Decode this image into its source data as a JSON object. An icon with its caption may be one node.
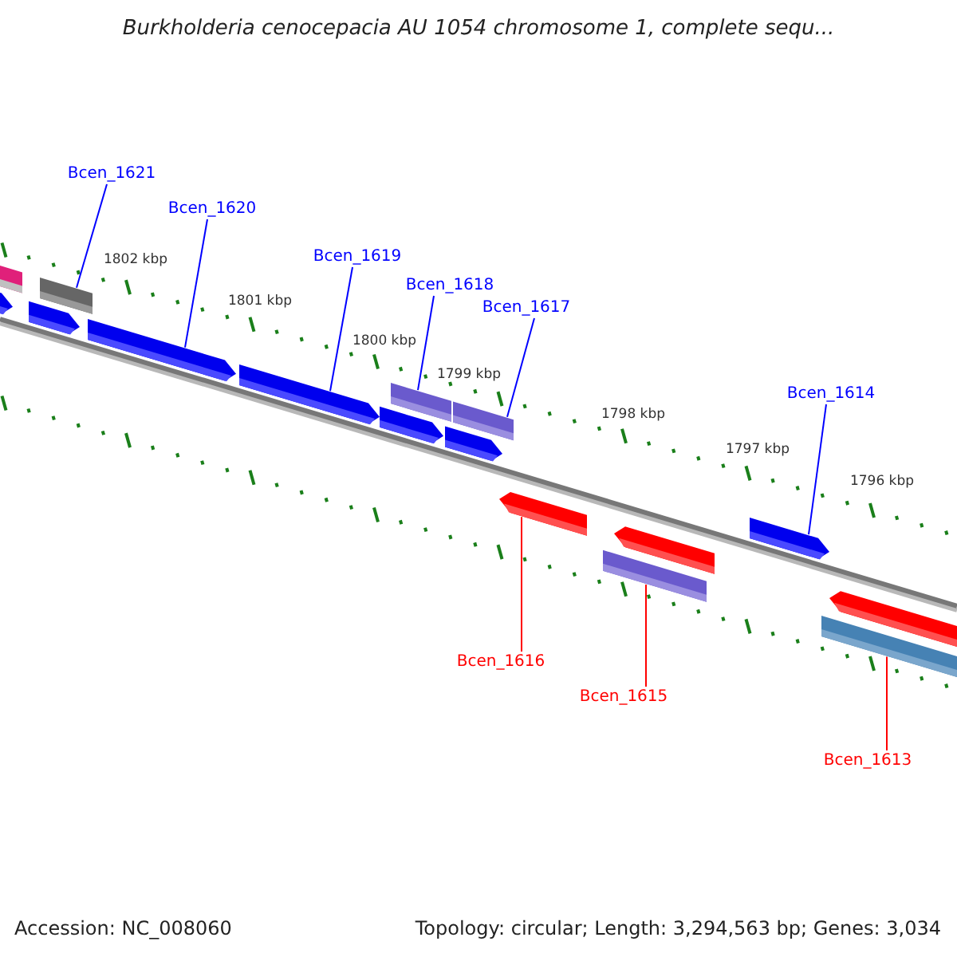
{
  "diagram": {
    "title": "Burkholderia cenocepacia AU 1054 chromosome 1, complete sequ...",
    "nodes": [
      {
        "text": [
          "Bcen_1621"
        ]
      },
      {
        "text": [
          "Bcen_1620"
        ]
      },
      {
        "text": [
          "Bcen_1619"
        ]
      },
      {
        "text": [
          "Bcen_1618"
        ]
      },
      {
        "text": [
          "Bcen_1617"
        ]
      },
      {
        "text": [
          "Bcen_1614"
        ]
      },
      {
        "text": [
          "Bcen_1616"
        ]
      },
      {
        "text": [
          "Bcen_1615"
        ]
      },
      {
        "text": [
          "Bcen_1613"
        ]
      },
      {
        "text": [],
        "shape": "bar"
      },
      {
        "text": [],
        "shape": "bar"
      },
      {
        "text": [],
        "shape": "arrow"
      },
      {
        "text": [],
        "shape": "arrow"
      },
      {
        "text": [],
        "shape": "arrow"
      },
      {
        "text": [],
        "shape": "arrow"
      },
      {
        "text": [],
        "shape": "bar"
      },
      {
        "text": [],
        "shape": "bar"
      },
      {
        "text": [],
        "shape": "arrow"
      },
      {
        "text": [],
        "shape": "arrow"
      },
      {
        "text": [],
        "shape": "arrow"
      },
      {
        "text": [],
        "shape": "bar"
      },
      {
        "text": [],
        "shape": "arrow"
      },
      {
        "text": [],
        "shape": "arrow"
      },
      {
        "text": [],
        "shape": "arrow"
      },
      {
        "text": [],
        "shape": "bar"
      }
    ],
    "edges": [
      {
        "from": 0,
        "to": 10,
        "arrow": "none"
      },
      {
        "from": 1,
        "to": 13,
        "arrow": "none"
      },
      {
        "from": 2,
        "to": 14,
        "arrow": "none"
      },
      {
        "from": 3,
        "to": 15,
        "arrow": "none"
      },
      {
        "from": 4,
        "to": 16,
        "arrow": "none"
      },
      {
        "from": 5,
        "to": 22,
        "arrow": "none"
      },
      {
        "from": 6,
        "to": 19,
        "arrow": "none",
        "color": "#ff0000"
      },
      {
        "from": 7,
        "to": 20,
        "arrow": "none",
        "color": "#ff0000"
      },
      {
        "from": 8,
        "to": 24,
        "arrow": "none",
        "color": "#ff0000"
      }
    ],
    "labels": [
      "1802 kbp",
      "1801 kbp",
      "1800 kbp",
      "1799 kbp",
      "1798 kbp",
      "1797 kbp",
      "1796 kbp",
      "Accession: NC_008060",
      "Topology: circular; Length: 3,294,563 bp; Genes: 3,034"
    ]
  }
}
